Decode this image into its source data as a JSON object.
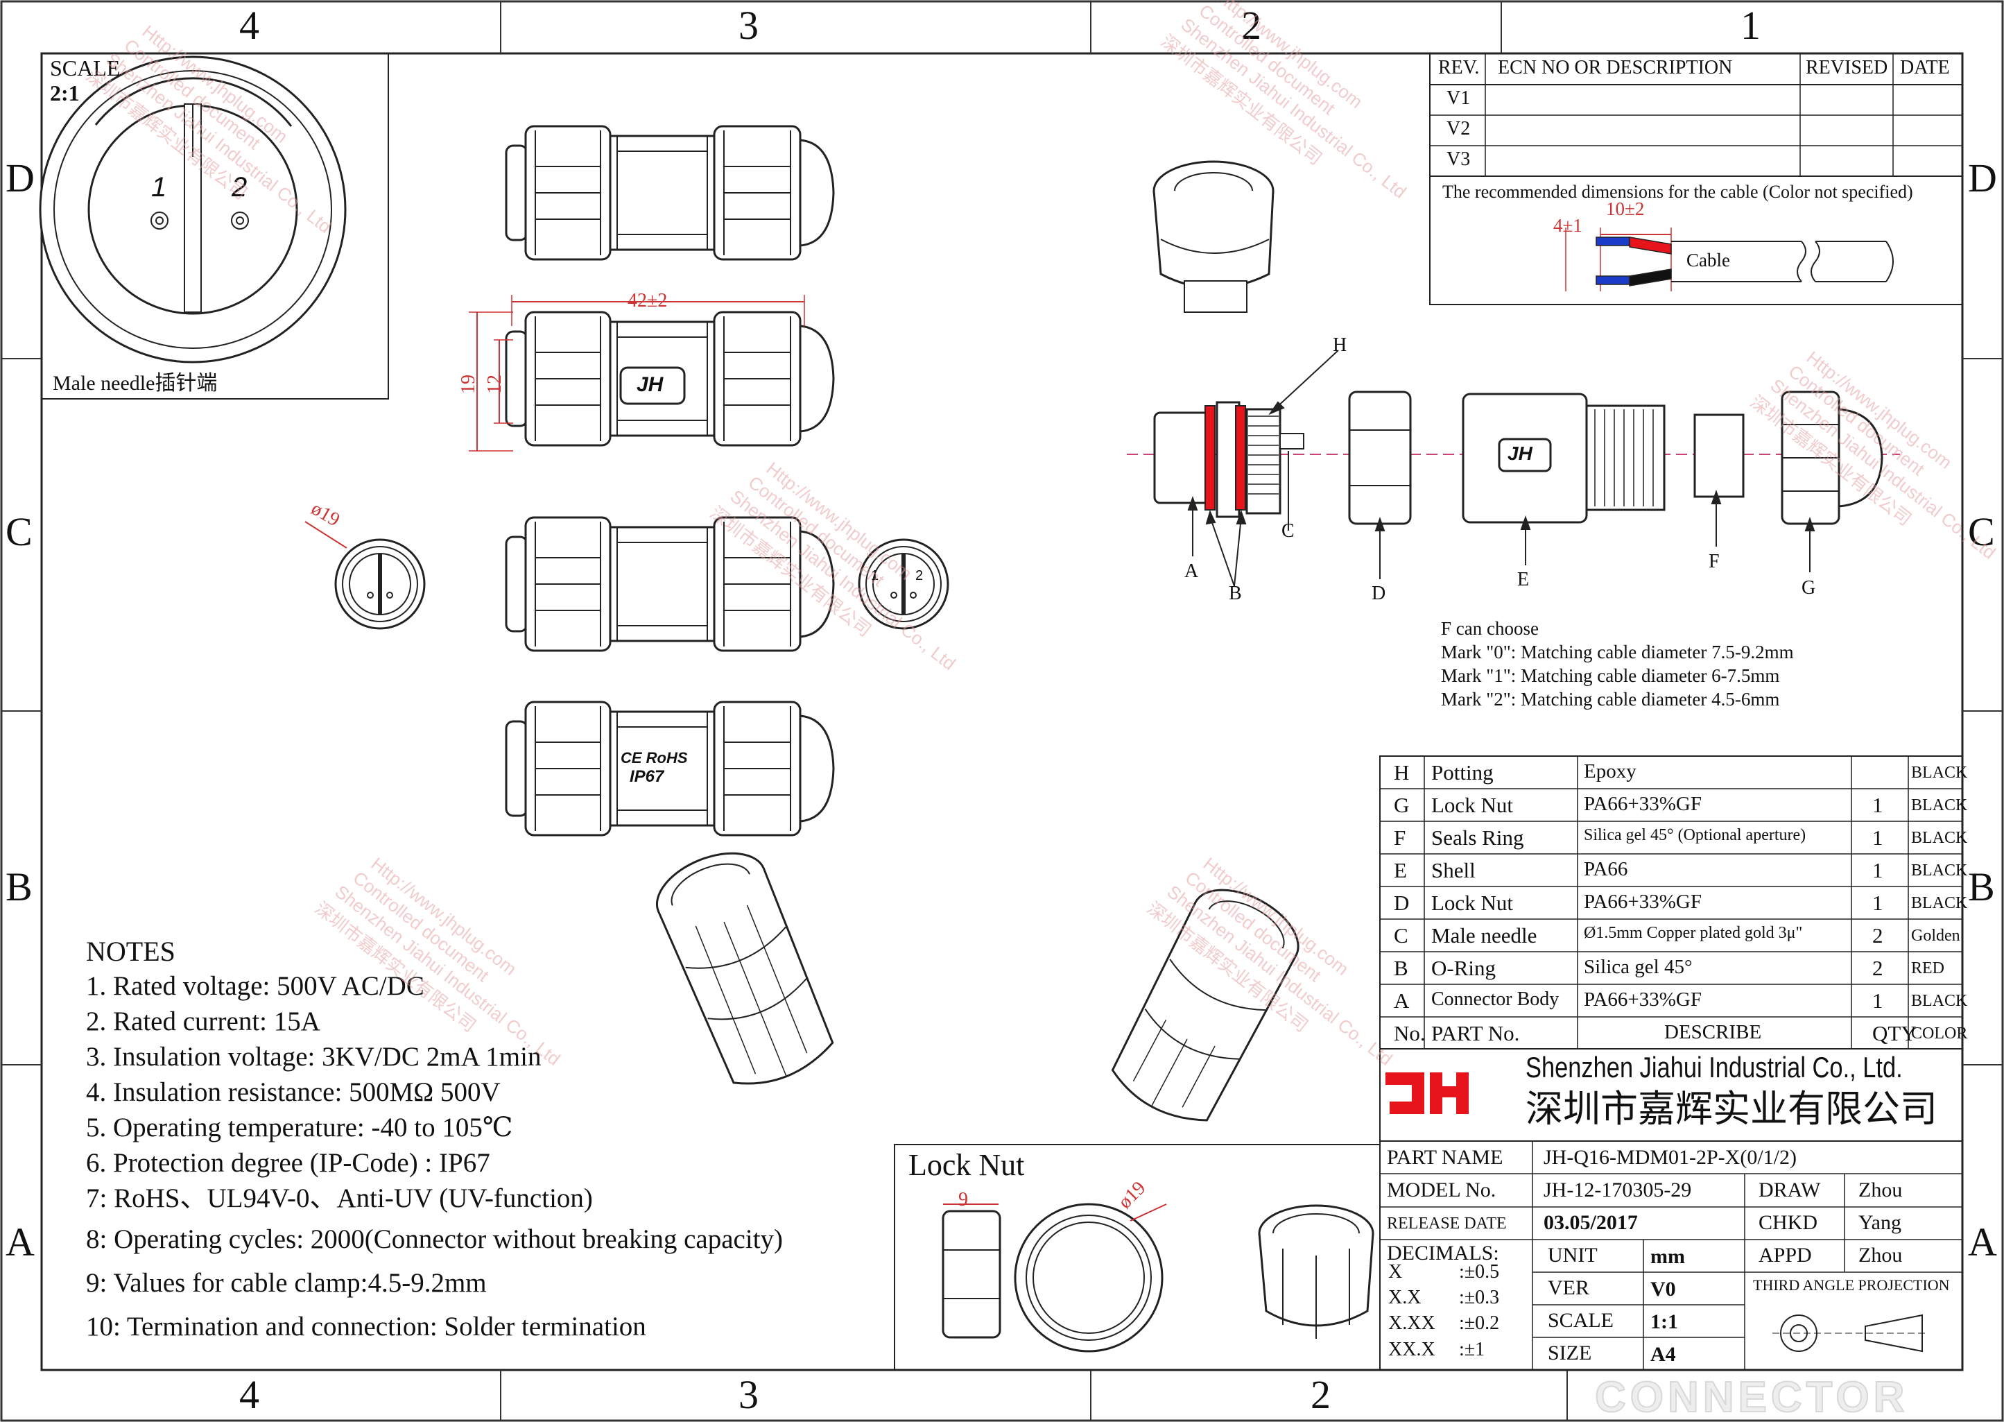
{
  "border": {
    "columns_top": [
      "4",
      "3",
      "2",
      "1"
    ],
    "columns_bottom": [
      "4",
      "3",
      "2"
    ],
    "rows": [
      "D",
      "C",
      "B",
      "A"
    ]
  },
  "scale_box": {
    "label": "SCALE",
    "value": "2:1",
    "caption": "Male needle插针端",
    "pin1": "1",
    "pin2": "2"
  },
  "revision": {
    "headers": [
      "REV.",
      "ECN NO OR DESCRIPTION",
      "REVISED",
      "DATE"
    ],
    "rows": [
      "V1",
      "V2",
      "V3"
    ],
    "cable_note": "The recommended dimensions for the cable  (Color not specified)",
    "dim_strip": "4±1",
    "dim_length": "10±2",
    "cable_label": "Cable"
  },
  "dimensions": {
    "length": "42±2",
    "height_outer": "19",
    "height_inner": "12",
    "dia_end": "ø19",
    "locknut_width": "9",
    "locknut_dia": "ø19"
  },
  "markings": {
    "brand": "JH",
    "rohs": "CE RoHS",
    "ip": "IP67",
    "pin1": "1",
    "pin2": "2"
  },
  "exploded_labels": [
    "A",
    "B",
    "C",
    "D",
    "E",
    "F",
    "G",
    "H"
  ],
  "f_options": [
    "F can choose",
    "Mark \"0\": Matching cable diameter 7.5-9.2mm",
    "Mark \"1\": Matching cable diameter 6-7.5mm",
    "Mark \"2\": Matching cable diameter 4.5-6mm"
  ],
  "bom": {
    "rows": [
      {
        "no": "H",
        "part": "Potting",
        "desc": "Epoxy",
        "qty": "",
        "color": "BLACK"
      },
      {
        "no": "G",
        "part": "Lock Nut",
        "desc": "PA66+33%GF",
        "qty": "1",
        "color": "BLACK"
      },
      {
        "no": "F",
        "part": "Seals Ring",
        "desc": "Silica gel 45°  (Optional aperture)",
        "qty": "1",
        "color": "BLACK"
      },
      {
        "no": "E",
        "part": "Shell",
        "desc": "PA66",
        "qty": "1",
        "color": "BLACK"
      },
      {
        "no": "D",
        "part": "Lock Nut",
        "desc": "PA66+33%GF",
        "qty": "1",
        "color": "BLACK"
      },
      {
        "no": "C",
        "part": "Male needle",
        "desc": "Ø1.5mm Copper plated gold 3μ\"",
        "qty": "2",
        "color": "Golden"
      },
      {
        "no": "B",
        "part": "O-Ring",
        "desc": "Silica gel 45°",
        "qty": "2",
        "color": "RED"
      },
      {
        "no": "A",
        "part": "Connector Body",
        "desc": "PA66+33%GF",
        "qty": "1",
        "color": "BLACK"
      }
    ],
    "header": {
      "no": "No.",
      "part": "PART No.",
      "desc": "DESCRIBE",
      "qty": "QTY",
      "color": "COLOR"
    }
  },
  "company": {
    "name_en": "Shenzhen Jiahui Industrial Co., Ltd.",
    "name_cn": "深圳市嘉辉实业有限公司",
    "logo": "JH",
    "brand_color": "#e8141b"
  },
  "title_block": {
    "part_name_label": "PART NAME",
    "part_name": "JH-Q16-MDM01-2P-X(0/1/2)",
    "model_label": "MODEL No.",
    "model": "JH-12-170305-29",
    "release_label": "RELEASE DATE",
    "release": "03.05/2017",
    "decimals_label": "DECIMALS:",
    "tolerances": [
      {
        "k": "X",
        "v": ":±0.5"
      },
      {
        "k": "X.X",
        "v": ":±0.3"
      },
      {
        "k": "X.XX",
        "v": ":±0.2"
      },
      {
        "k": "XX.X",
        "v": ":±1"
      }
    ],
    "unit_label": "UNIT",
    "unit": "mm",
    "ver_label": "VER",
    "ver": "V0",
    "scale_label": "SCALE",
    "scale": "1:1",
    "size_label": "SIZE",
    "size": "A4",
    "draw_label": "DRAW",
    "draw": "Zhou",
    "chkd_label": "CHKD",
    "chkd": "Yang",
    "appd_label": "APPD",
    "appd": "Zhou",
    "projection": "THIRD ANGLE PROJECTION"
  },
  "lock_nut": {
    "title": "Lock Nut"
  },
  "notes": {
    "title": "NOTES",
    "items": [
      "1. Rated voltage: 500V AC/DC",
      "2. Rated current: 15A",
      "3. Insulation voltage: 3KV/DC 2mA 1min",
      "4. Insulation resistance: 500MΩ 500V",
      "5. Operating temperature: -40 to 105℃",
      "6. Protection degree (IP-Code) : IP67",
      "7: RoHS、UL94V-0、Anti-UV (UV-function)",
      "8: Operating cycles: 2000(Connector without breaking capacity)",
      "9: Values for cable clamp:4.5-9.2mm",
      "10: Termination and connection: Solder termination"
    ]
  },
  "watermarks": [
    "深圳市嘉辉实业有限公司",
    "Shenzhen Jiahui Industrial Co., Ltd",
    "Controlled document",
    "Http://www.jhplug.com"
  ],
  "footer_mark": "CONNECTOR"
}
